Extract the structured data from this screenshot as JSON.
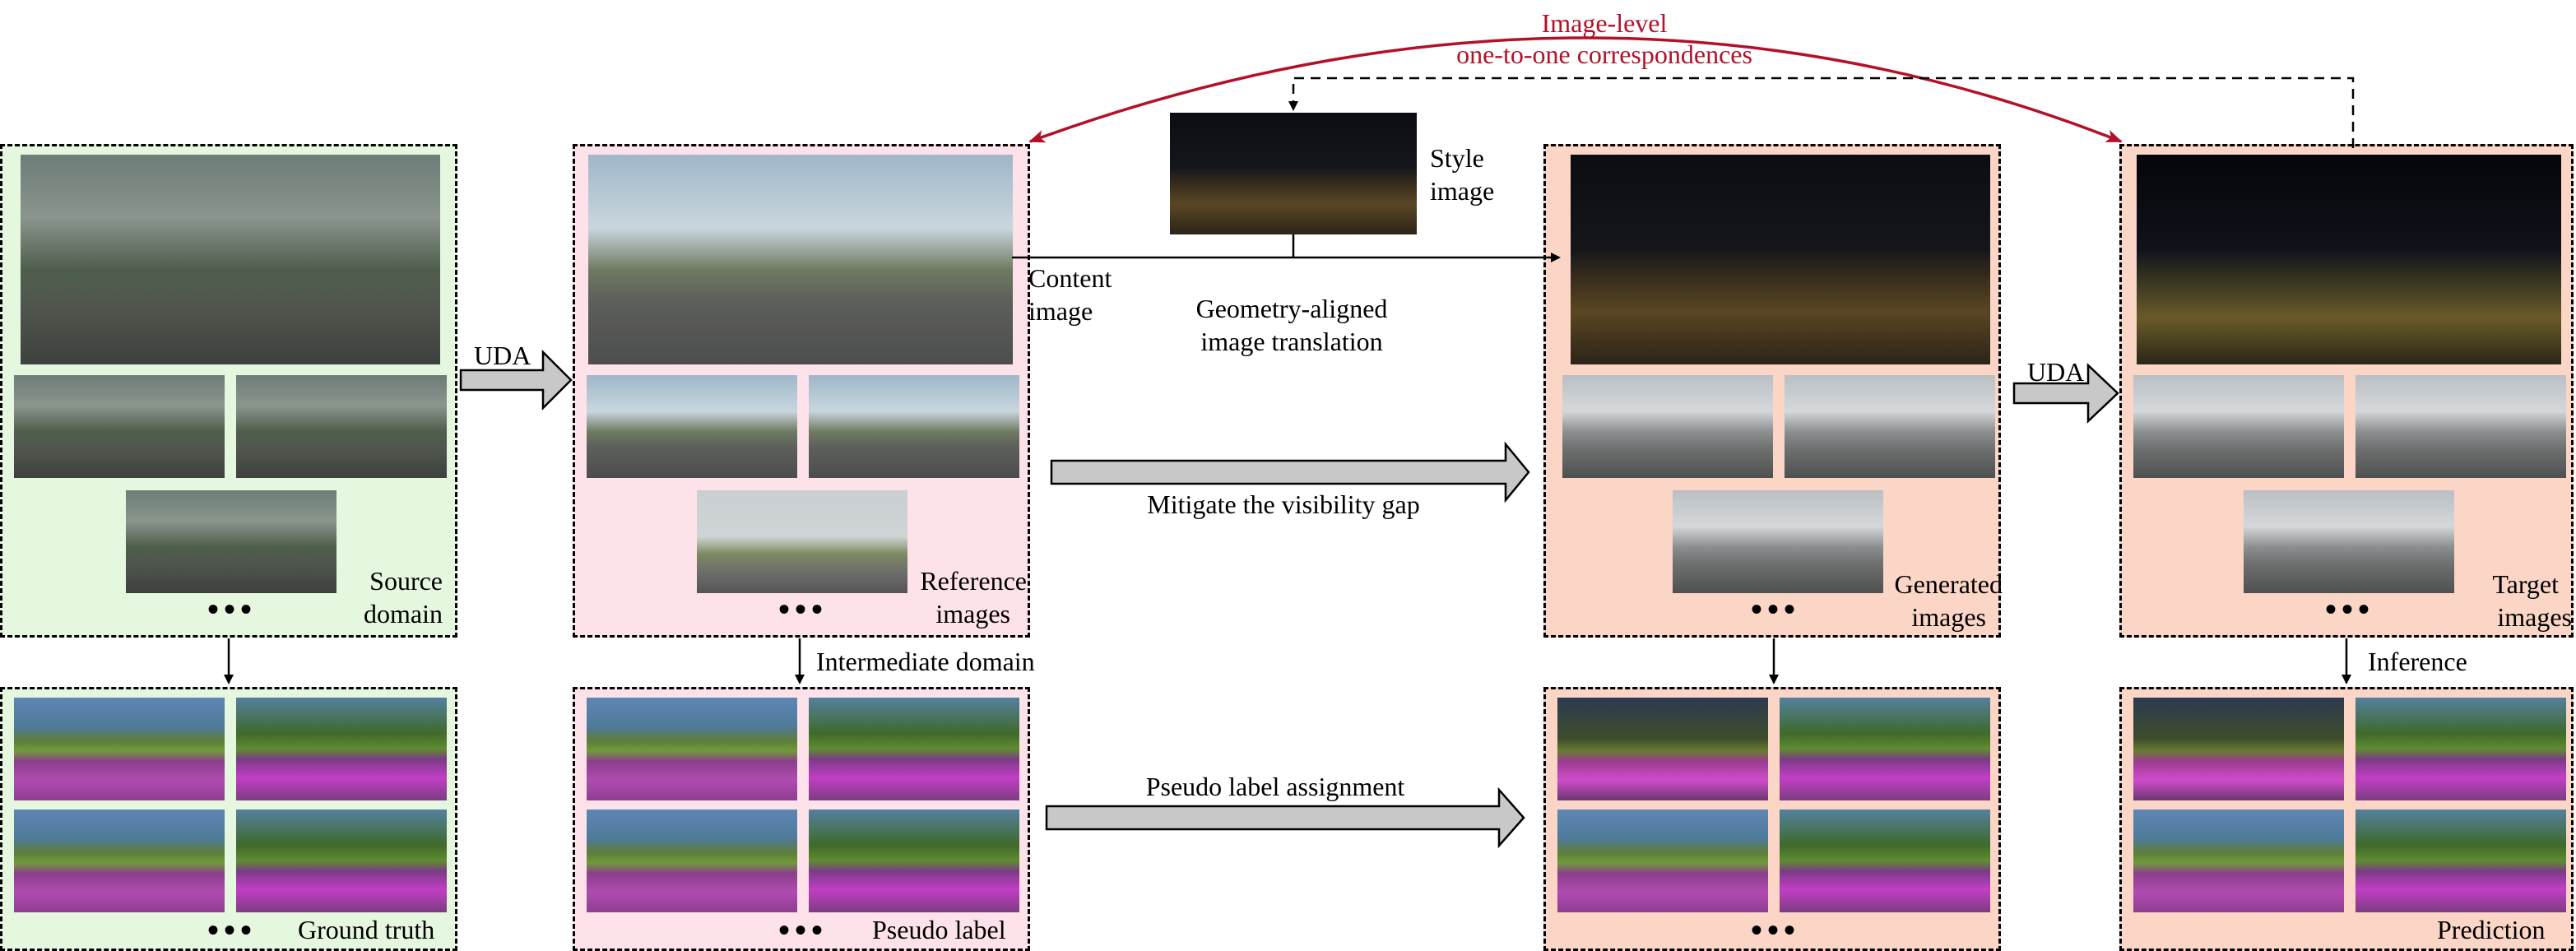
{
  "title": {
    "line1": "Image-level",
    "line2": "one-to-one correspondences"
  },
  "labels": {
    "uda_1": "UDA",
    "uda_2": "UDA",
    "source_domain": [
      "Source",
      "domain"
    ],
    "reference_images": [
      "Reference",
      "images"
    ],
    "generated_images": [
      "Generated",
      "images"
    ],
    "target_images": [
      "Target",
      "images"
    ],
    "style_image": [
      "Style",
      "image"
    ],
    "content_image": [
      "Content",
      "image"
    ],
    "translation": [
      "Geometry-aligned",
      "image translation"
    ],
    "mitigate": "Mitigate the visibility gap",
    "intermediate_domain": "Intermediate domain",
    "pseudo_assign": "Pseudo label assignment",
    "inference": "Inference",
    "ground_truth": "Ground truth",
    "pseudo_label": "Pseudo label",
    "prediction": "Prediction",
    "ellipsis": "•••"
  },
  "colors": {
    "source_bg": "#e5f7de",
    "reference_bg": "#fde3e9",
    "generated_bg": "#fbd5c6",
    "target_bg": "#fbd5c6",
    "correspondence_arrow": "#b3112a",
    "block_arrow": "#c8c8c8"
  }
}
